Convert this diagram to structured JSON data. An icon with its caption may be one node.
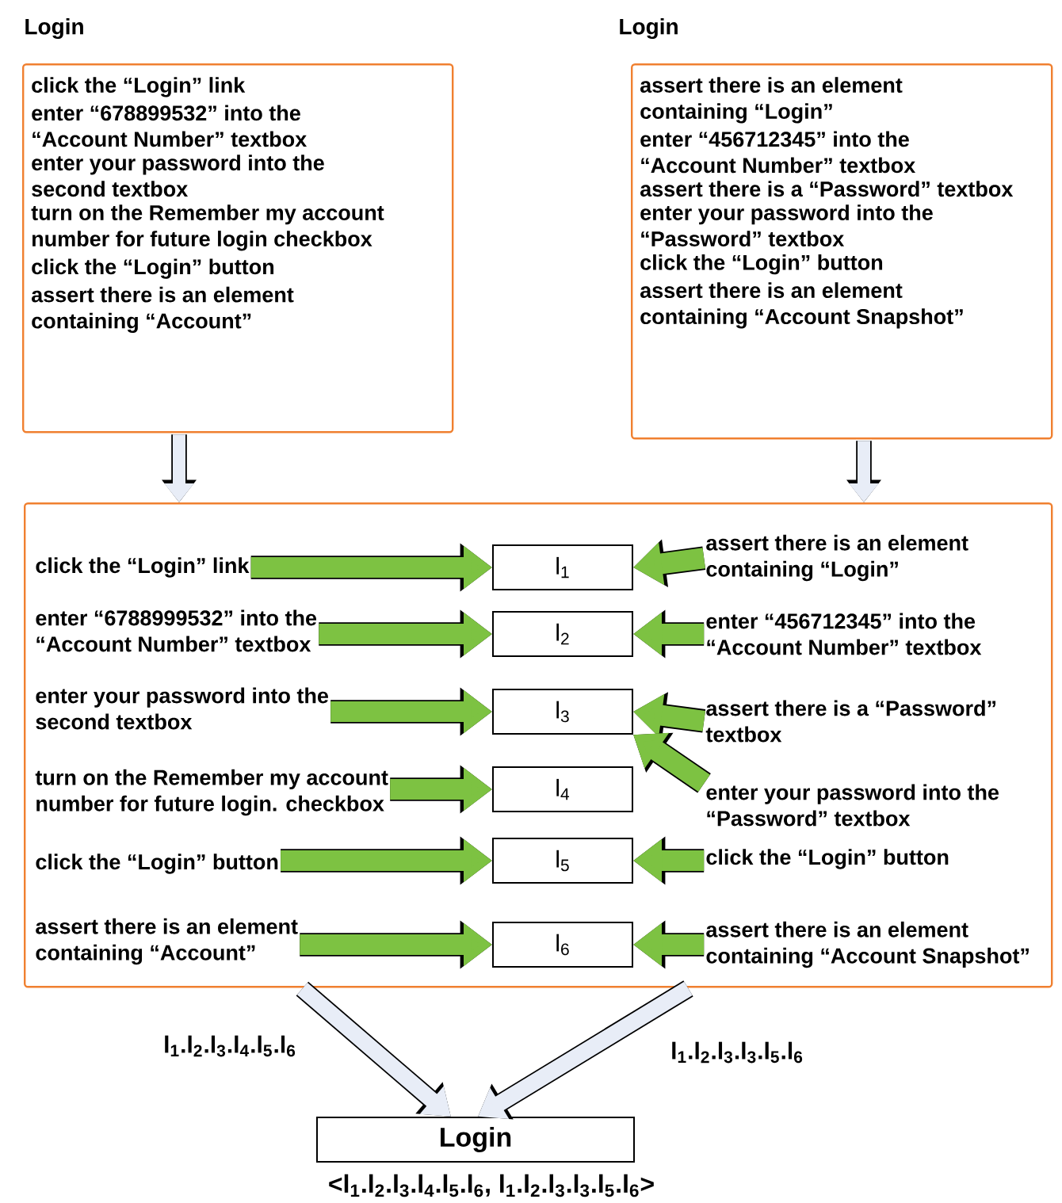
{
  "diagram": {
    "nodes": [
      {
        "text": [
          "Login",
          "click the “Login” link",
          "enter “678899532” into the “Account Number” textbox",
          "enter your password into the second textbox",
          "turn on the Remember my account number for future login checkbox",
          "click the “Login” button",
          "assert there is an element containing “Account”"
        ]
      },
      {
        "text": [
          "Login",
          "assert there is an element containing “Login”",
          "enter “456712345” into the “Account Number” textbox",
          "assert there is a “Password” textbox",
          "enter your password into the “Password” textbox",
          "click the “Login” button",
          "assert there is an element containing “Account Snapshot”"
        ]
      },
      {
        "text": [],
        "shape": "box"
      },
      {
        "text": [
          "click the “Login” link"
        ],
        "in": 2
      },
      {
        "text": [
          "l$_{1}$"
        ],
        "in": 2
      },
      {
        "text": [
          "assert there is an element containing “Login”"
        ],
        "in": 2
      },
      {
        "text": [
          "enter “6788999532” into the “Account Number” textbox"
        ],
        "in": 2
      },
      {
        "text": [
          "l$_{2}$"
        ],
        "in": 2
      },
      {
        "text": [
          "enter “456712345” into the “Account Number” textbox"
        ],
        "in": 2
      },
      {
        "text": [
          "enter your password into the second textbox"
        ],
        "in": 2
      },
      {
        "text": [
          "l$_{3}$"
        ],
        "in": 2
      },
      {
        "text": [
          "assert there is a “Password” textbox"
        ],
        "in": 2
      },
      {
        "text": [
          "turn on the Remember my account number for future login. checkbox"
        ],
        "in": 2
      },
      {
        "text": [
          "l$_{4}$"
        ],
        "in": 2
      },
      {
        "text": [
          "enter your password into the “Password” textbox"
        ],
        "in": 2
      },
      {
        "text": [
          "click the “Login” button"
        ],
        "in": 2
      },
      {
        "text": [
          "l$_{5}$"
        ],
        "in": 2
      },
      {
        "text": [
          "click the “Login” button"
        ],
        "in": 2
      },
      {
        "text": [
          "assert there is an element containing “Account”"
        ],
        "in": 2
      },
      {
        "text": [
          "l$_{6}$"
        ],
        "in": 2
      },
      {
        "text": [
          "assert there is an element containing “Account Snapshot”"
        ],
        "in": 2
      },
      {
        "text": [
          "Login"
        ],
        "beside": [
          "<l$_{1}$.l$_{2}$.l$_{3}$.l$_{4}$.l$_{5}$.l$_{6}$, l$_{1}$.l$_{2}$.l$_{3}$.l$_{3}$.l$_{5}$.l$_{6}$>"
        ]
      }
    ],
    "edges": [
      {
        "from": 0,
        "to": 2,
        "arrow": "to",
        "color": "#e8edf7"
      },
      {
        "from": 1,
        "to": 2,
        "arrow": "to",
        "color": "#e8edf7"
      },
      {
        "from": 3,
        "to": 4,
        "arrow": "to"
      },
      {
        "from": 5,
        "to": 4,
        "arrow": "to"
      },
      {
        "from": 6,
        "to": 7,
        "arrow": "to"
      },
      {
        "from": 8,
        "to": 7,
        "arrow": "to"
      },
      {
        "from": 9,
        "to": 10,
        "arrow": "to"
      },
      {
        "from": 11,
        "to": 10,
        "arrow": "to"
      },
      {
        "from": 12,
        "to": 13,
        "arrow": "to"
      },
      {
        "from": 14,
        "to": 10,
        "arrow": "to"
      },
      {
        "from": 15,
        "to": 16,
        "arrow": "to"
      },
      {
        "from": 17,
        "to": 16,
        "arrow": "to"
      },
      {
        "from": 18,
        "to": 19,
        "arrow": "to"
      },
      {
        "from": 20,
        "to": 19,
        "arrow": "to"
      },
      {
        "from": 2,
        "to": 21,
        "arrow": "to",
        "color": "#e8edf7",
        "label": "l$_{1}$.l$_{2}$.l$_{3}$.l$_{4}$.l$_{5}$.l$_{6}$"
      },
      {
        "from": 2,
        "to": 21,
        "arrow": "to",
        "color": "#e8edf7",
        "label": "l$_{1}$.l$_{2}$.l$_{3}$.l$_{3}$.l$_{5}$.l$_{6}$"
      }
    ]
  }
}
